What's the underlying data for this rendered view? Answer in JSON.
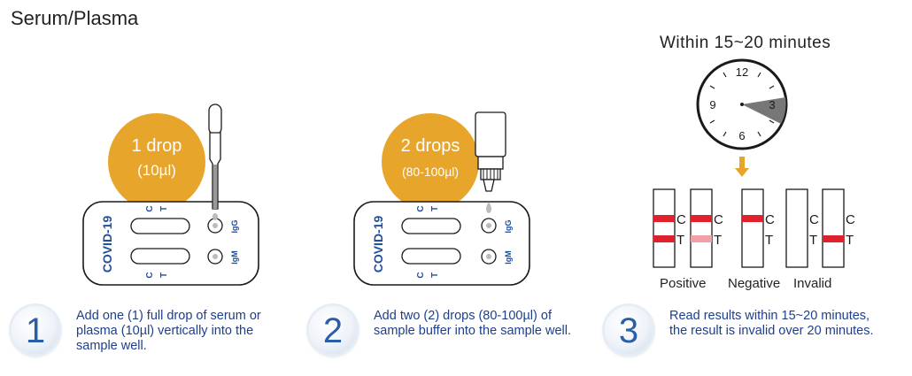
{
  "title": "Serum/Plasma",
  "clock": {
    "caption": "Within 15~20 minutes",
    "numerals": [
      "12",
      "3",
      "6",
      "9"
    ]
  },
  "cassette": {
    "brand": "COVID-19",
    "c_label": "C",
    "t_label": "T",
    "igg_label": "IgG",
    "igm_label": "IgM"
  },
  "bubbles": [
    {
      "line1": "1 drop",
      "line2": "(10µl)"
    },
    {
      "line1": "2 drops",
      "line2": "(80-100µl)"
    }
  ],
  "steps": [
    {
      "number": "1",
      "text": "Add one (1) full drop of serum or plasma (10µl) vertically into the sample well."
    },
    {
      "number": "2",
      "text": "Add two (2) drops (80-100µl) of sample buffer into the sample well."
    },
    {
      "number": "3",
      "text": "Read results within 15~20 minutes, the result is invalid over 20 minutes."
    }
  ],
  "results": {
    "labels": [
      "Positive",
      "Negative",
      "Invalid"
    ],
    "c_letter": "C",
    "t_letter": "T"
  },
  "colors": {
    "accent_orange": "#E8A52C",
    "step_text": "#1d3f8c",
    "band_red": "#E0202C",
    "band_faint": "#F2A0A5",
    "cassette_blue": "#1f4fa0",
    "clock_wedge": "#777777"
  }
}
